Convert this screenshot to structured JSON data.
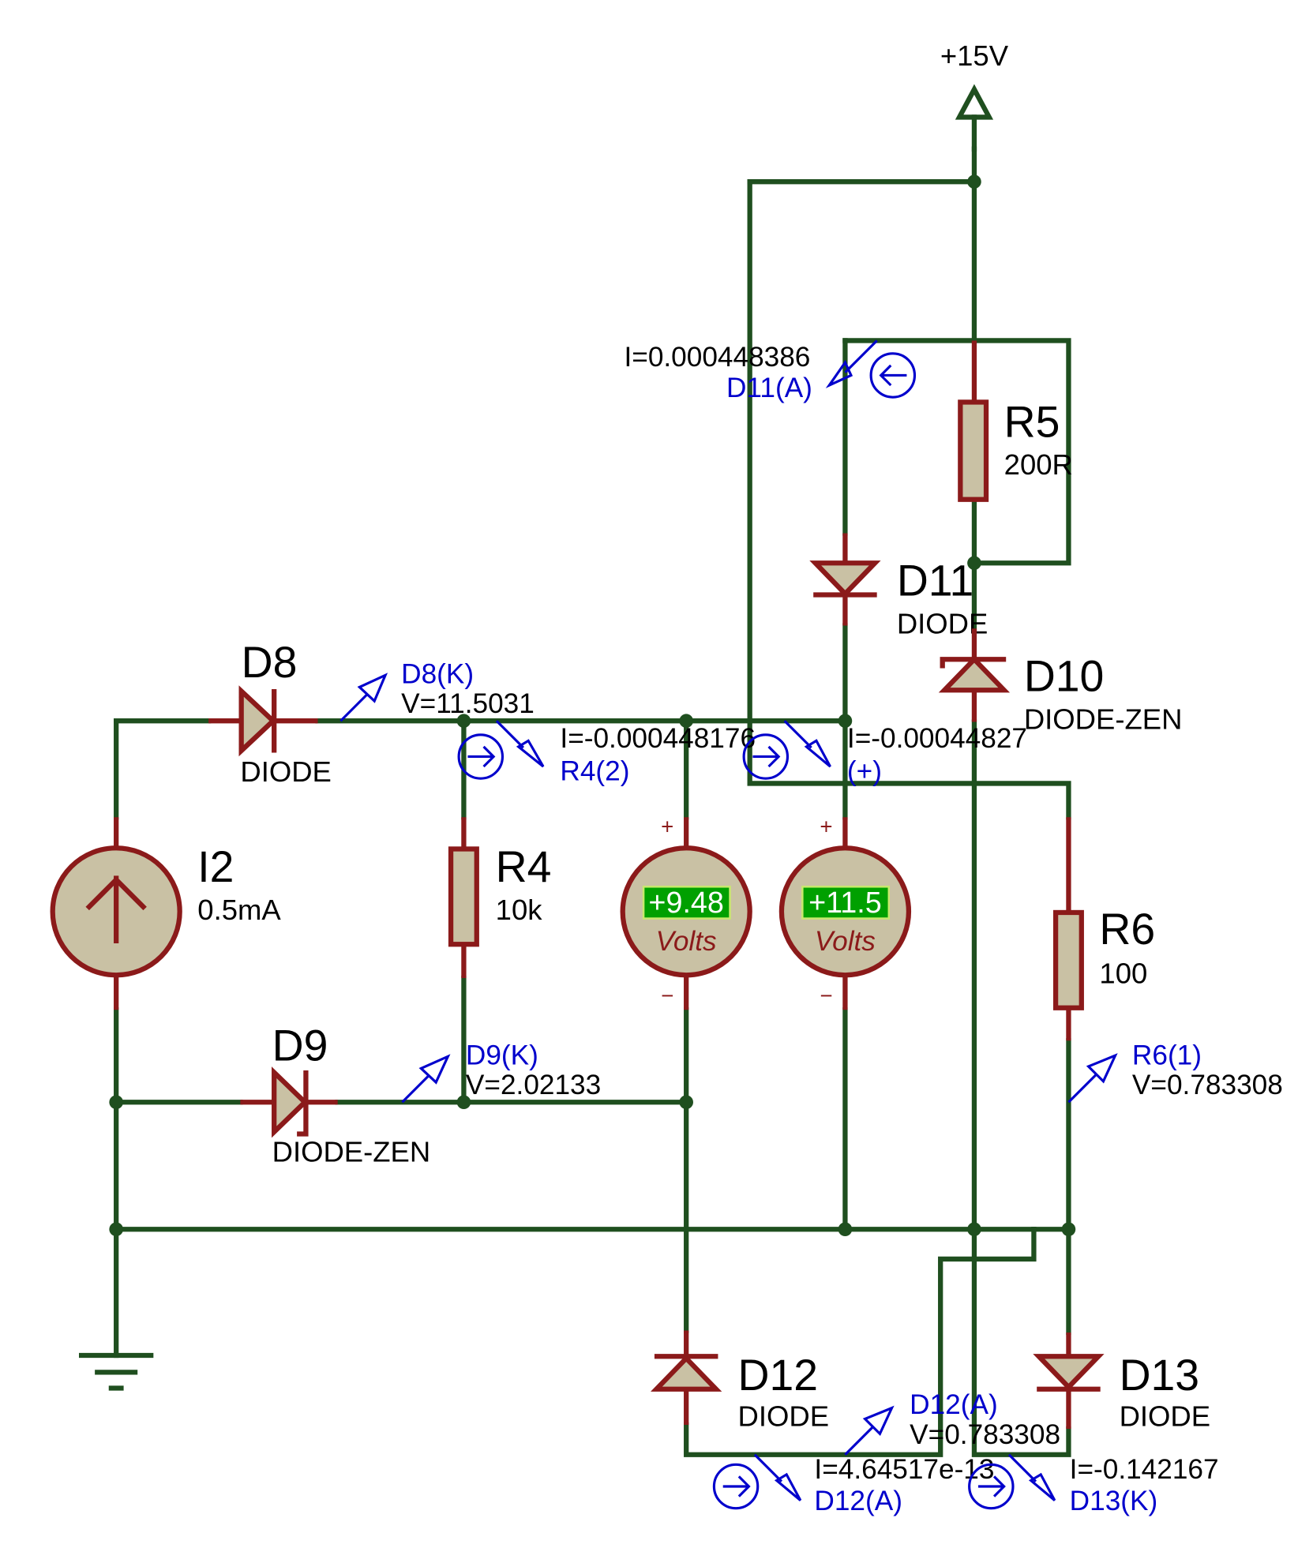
{
  "supply": {
    "label": "+15V"
  },
  "components": {
    "R5": {
      "ref": "R5",
      "value": "200R"
    },
    "R4": {
      "ref": "R4",
      "value": "10k"
    },
    "R6": {
      "ref": "R6",
      "value": "100"
    },
    "I2": {
      "ref": "I2",
      "value": "0.5mA"
    },
    "D8": {
      "ref": "D8",
      "value": "DIODE"
    },
    "D9": {
      "ref": "D9",
      "value": "DIODE-ZEN"
    },
    "D10": {
      "ref": "D10",
      "value": "DIODE-ZEN"
    },
    "D11": {
      "ref": "D11",
      "value": "DIODE"
    },
    "D12": {
      "ref": "D12",
      "value": "DIODE"
    },
    "D13": {
      "ref": "D13",
      "value": "DIODE"
    }
  },
  "meters": [
    {
      "reading": "+9.48",
      "unit": "Volts"
    },
    {
      "reading": "+11.5",
      "unit": "Volts"
    }
  ],
  "meter_signs": {
    "plus": "+",
    "minus": "−"
  },
  "probes": {
    "d11a_current": {
      "value": "I=0.000448386",
      "name": "D11(A)"
    },
    "d8k_voltage": {
      "name": "D8(K)",
      "value": "V=11.5031"
    },
    "r42_current": {
      "value": "I=-0.000448176",
      "name": "R4(2)"
    },
    "plus_current": {
      "value": "I=-0.00044827",
      "name": "(+)"
    },
    "d9k_voltage": {
      "name": "D9(K)",
      "value": "V=2.02133"
    },
    "r61_voltage": {
      "name": "R6(1)",
      "value": "V=0.783308"
    },
    "d12a_voltage": {
      "name": "D12(A)",
      "value": "V=0.783308"
    },
    "d12a_current": {
      "value": "I=4.64517e-13",
      "name": "D12(A)"
    },
    "d13k_current": {
      "value": "I=-0.142167",
      "name": "D13(K)"
    }
  },
  "colors": {
    "wire": "#1f4f1f",
    "component_outline": "#8b1a1a",
    "component_fill": "#c9c1a4",
    "probe": "#0000cc",
    "meter_display": "#00a000"
  }
}
